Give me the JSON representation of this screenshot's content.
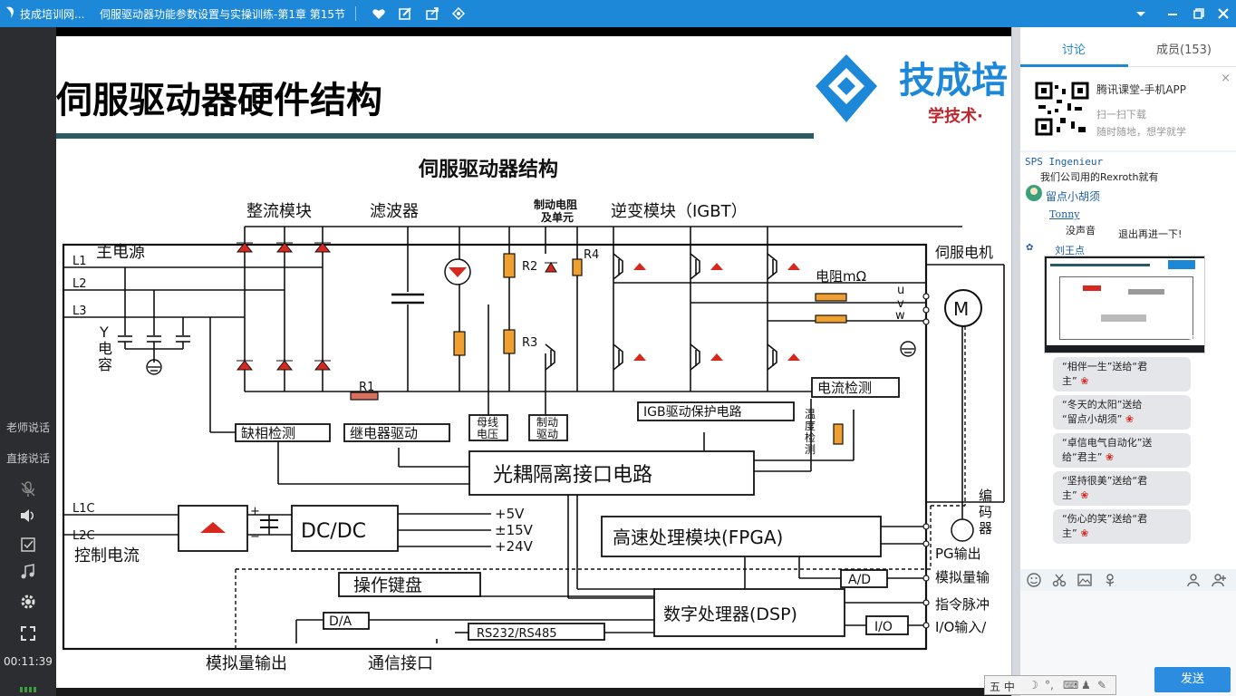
{
  "titlebar": {
    "app_title": "技成培训网...",
    "course_title": "伺服驱动器功能参数设置与实操训练-第1章 第15节"
  },
  "leftbar": {
    "teacher_speak": "老师说话",
    "direct_speak": "直接说话",
    "elapsed_time": "00:11:39"
  },
  "slide": {
    "heading": "伺服驱动器硬件结构",
    "logo_text": "技成培",
    "logo_slogan": "学技术·",
    "diagram_title": "伺服驱动器结构",
    "labels": {
      "rectifier": "整流模块",
      "filter": "滤波器",
      "brake_res_1": "制动电阻",
      "brake_res_2": "及单元",
      "inverter": "逆变模块（IGBT）",
      "main_power": "主电源",
      "L1": "L1",
      "L2": "L2",
      "L3": "L3",
      "Y": "Y",
      "cap1": "电",
      "cap2": "容",
      "R1": "R1",
      "R2": "R2",
      "R3": "R3",
      "R4": "R4",
      "servo_motor": "伺服电机",
      "resistor_mohm": "电阻mΩ",
      "u": "u",
      "v": "v",
      "w": "w",
      "M": "M",
      "current_detect": "电流检测",
      "phase_loss": "缺相检测",
      "relay_drive": "继电器驱动",
      "bus_v1": "母线",
      "bus_v2": "电压",
      "brake_d1": "制动",
      "brake_d2": "驱动",
      "igb_protect": "IGB驱动保护电路",
      "temp1": "温",
      "temp2": "度",
      "temp3": "检",
      "temp4": "测",
      "optocoupler": "光耦隔离接口电路",
      "encoder1": "编",
      "encoder2": "码",
      "encoder3": "器",
      "L1C": "L1C",
      "L2C": "L2C",
      "plus": "+",
      "minus": "−",
      "dcdc": "DC/DC",
      "v5": "+5V",
      "v15": "±15V",
      "v24": "+24V",
      "control_current": "控制电流",
      "fpga": "高速处理模块(FPGA)",
      "pg_out": "PG输出",
      "keypad": "操作键盘",
      "ad": "A/D",
      "analog_in": "模拟量输",
      "dsp": "数字处理器(DSP)",
      "pulse_cmd": "指令脉冲",
      "io": "I/O",
      "io_io": "I/O输入/",
      "da": "D/A",
      "rs": "RS232/RS485",
      "analog_out": "模拟量输出",
      "comm": "通信接口"
    }
  },
  "rightpanel": {
    "tab_discuss": "讨论",
    "tab_members": "成员(153)",
    "promo_title": "腾讯课堂-手机APP",
    "promo_line1": "扫一扫下载",
    "promo_line2": "随时随地，想学就学",
    "promo_close": "×",
    "chat_user1": "SPS Ingenieur",
    "chat_msg1": "我们公司用的Rexroth就有",
    "chat_user2": "留点小胡须",
    "chat_user3": "Tonny",
    "chat_msg3": "没声音",
    "chat_msg4": "退出再进一下!",
    "chat_user5": "刘王点",
    "gift1_a": "“相伴一生”送给“君",
    "gift1_b": "主”",
    "gift2_a": "“冬天的太阳”送给",
    "gift2_b": "“留点小胡须”",
    "gift3_a": "“卓信电气自动化”送",
    "gift3_b": "给“君主”",
    "gift4_a": "“坚持很美”送给“君",
    "gift4_b": "主”",
    "gift5_a": "“伤心的笑”送给“君",
    "gift5_b": "主”",
    "send_label": "发送",
    "ime_label": "五 中"
  },
  "colors": {
    "accent": "#1e88d8",
    "diagram_red": "#d8281e",
    "resistor_orange": "#f0a030"
  }
}
